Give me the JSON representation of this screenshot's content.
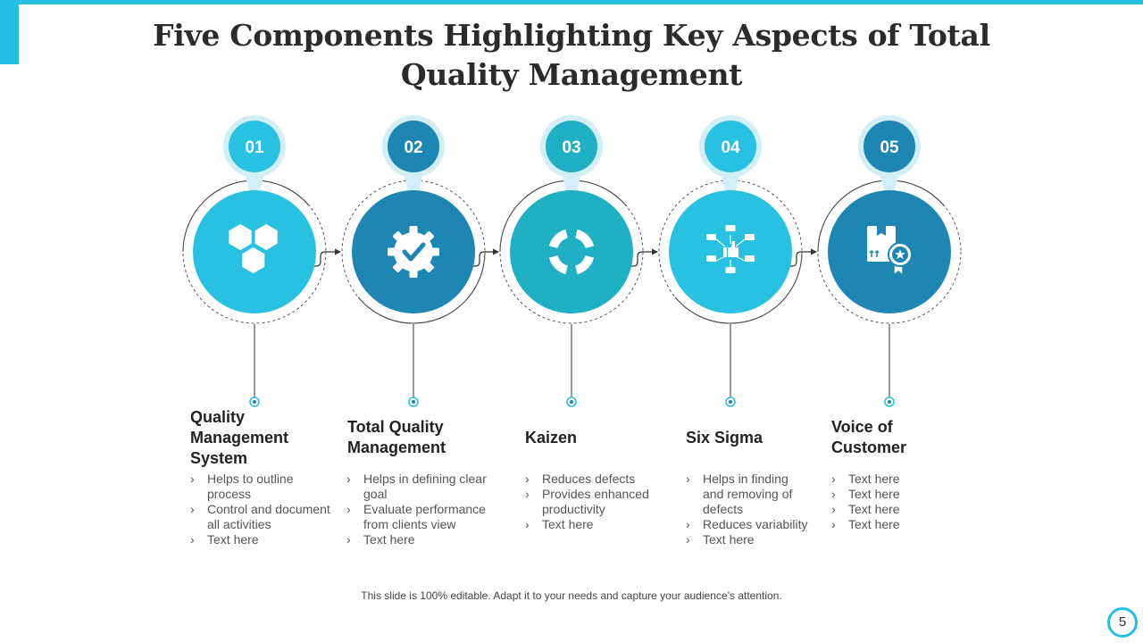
{
  "title": "Five Components Highlighting Key Aspects of Total Quality Management",
  "colors": {
    "accent": "#26bde2",
    "light": "#29c1e2",
    "dark": "#1e86b3",
    "teal": "#1fb0c3",
    "halo": "#d2eef7"
  },
  "steps": [
    {
      "number": "01",
      "title": "Quality Management System",
      "icon": "hexagons-icon",
      "color": "#29c1e2",
      "bullets": [
        "Helps to outline process",
        "Control and document all activities",
        "Text here"
      ]
    },
    {
      "number": "02",
      "title": "Total Quality Management",
      "icon": "gear-check-icon",
      "color": "#1e86b3",
      "bullets": [
        "Helps in defining clear goal",
        "Evaluate performance from clients view",
        "Text here"
      ]
    },
    {
      "number": "03",
      "title": "Kaizen",
      "icon": "cycle-icon",
      "color": "#1fb0c3",
      "bullets": [
        "Reduces defects",
        "Provides enhanced productivity",
        "Text here"
      ]
    },
    {
      "number": "04",
      "title": "Six Sigma",
      "icon": "network-thumbs-up-icon",
      "color": "#29c1e2",
      "bullets": [
        "Helps in finding and removing of defects",
        "Reduces variability",
        "Text here"
      ]
    },
    {
      "number": "05",
      "title": "Voice of Customer",
      "icon": "package-badge-icon",
      "color": "#1e86b3",
      "bullets": [
        "Text here",
        "Text here",
        "Text here",
        "Text here"
      ]
    }
  ],
  "footer": "This slide is 100% editable. Adapt it to your needs and capture your audience’s attention.",
  "page_number": "5"
}
